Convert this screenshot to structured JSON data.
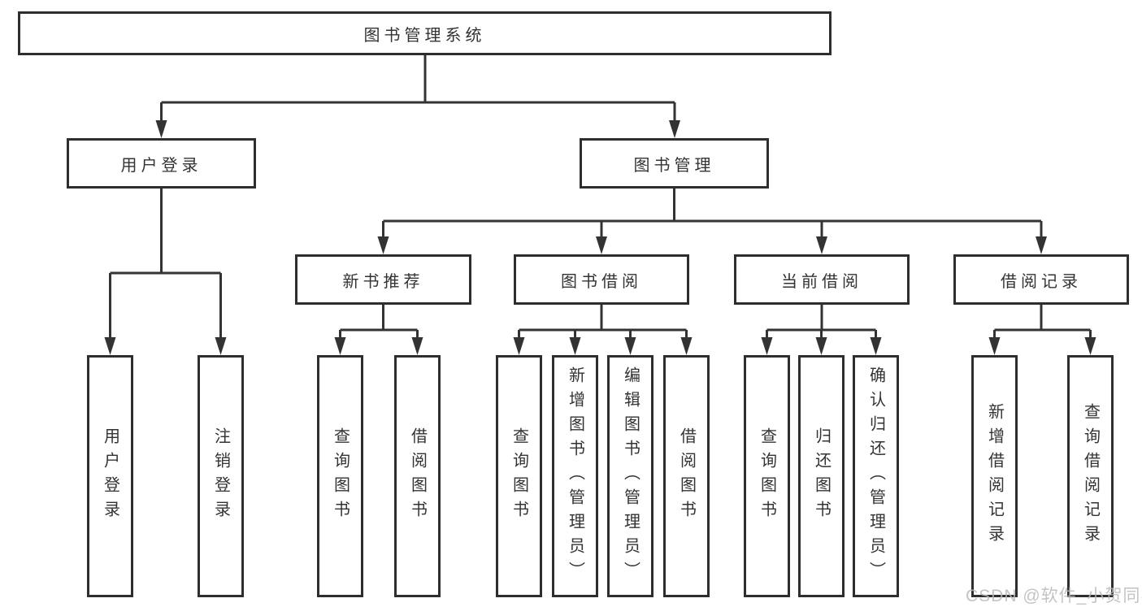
{
  "diagram": {
    "root": {
      "label": "图书管理系统",
      "children": [
        {
          "label": "用户登录",
          "children": [
            {
              "label": "用户登录"
            },
            {
              "label": "注销登录"
            }
          ]
        },
        {
          "label": "图书管理",
          "children": [
            {
              "label": "新书推荐",
              "children": [
                {
                  "label": "查询图书"
                },
                {
                  "label": "借阅图书"
                }
              ]
            },
            {
              "label": "图书借阅",
              "children": [
                {
                  "label": "查询图书"
                },
                {
                  "label": "新增图书（管理员）"
                },
                {
                  "label": "编辑图书（管理员）"
                },
                {
                  "label": "借阅图书"
                }
              ]
            },
            {
              "label": "当前借阅",
              "children": [
                {
                  "label": "查询图书"
                },
                {
                  "label": "归还图书"
                },
                {
                  "label": "确认归还（管理员）"
                }
              ]
            },
            {
              "label": "借阅记录",
              "children": [
                {
                  "label": "新增借阅记录"
                },
                {
                  "label": "查询借阅记录"
                }
              ]
            }
          ]
        }
      ]
    }
  },
  "watermark": {
    "text": "CSDN @软件_小贺同学",
    "color": "#b9b9b9"
  },
  "colors": {
    "line": "#333333",
    "box_border": "#2e2e2e",
    "text": "#333333",
    "background": "#ffffff"
  }
}
